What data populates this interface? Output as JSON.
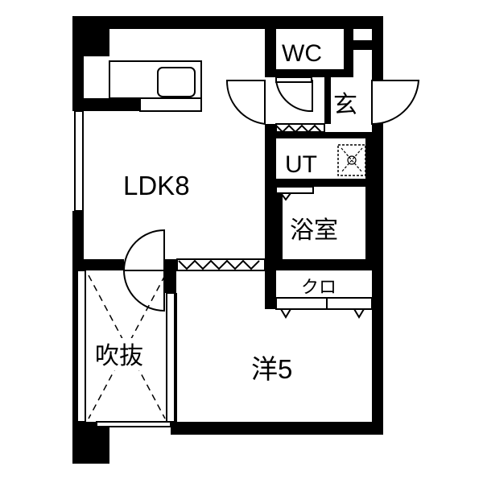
{
  "rooms": {
    "ldk": "LDK8",
    "wc": "WC",
    "entrance": "玄",
    "utility": "UT",
    "bath": "浴室",
    "closet": "クロ",
    "western_room": "洋5",
    "void": "吹抜"
  },
  "colors": {
    "wall": "#000000",
    "background": "#ffffff"
  }
}
